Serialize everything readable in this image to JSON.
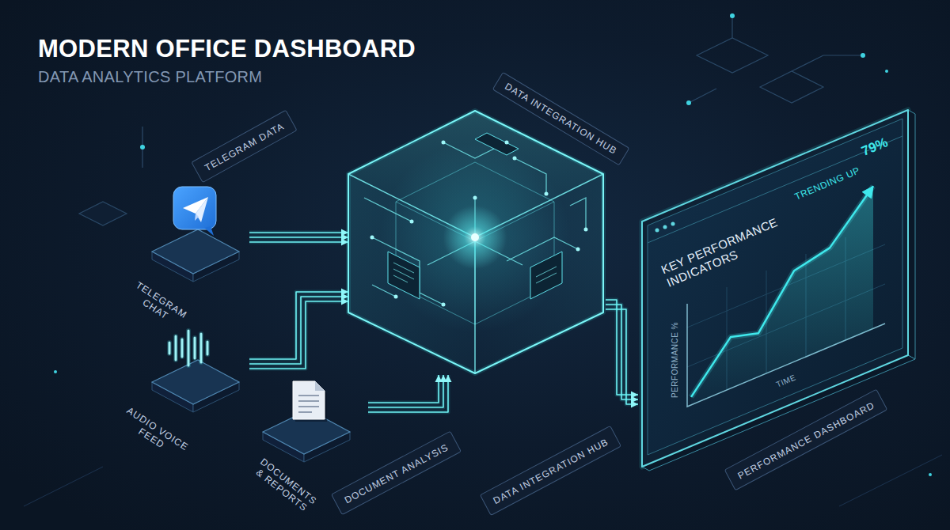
{
  "diagram": {
    "title": "MODERN OFFICE DASHBOARD",
    "nodes": [
      {
        "text": [
          "TELEGRAM DATA"
        ]
      },
      {
        "text": [
          "DATA INTEGRATION HUB"
        ]
      },
      {
        "text": [
          "TELEGRAM CHAT"
        ]
      },
      {
        "text": [
          "AUDIO VOICE FEED"
        ]
      },
      {
        "text": [
          "DOCUMENTS & REPORTS"
        ]
      },
      {
        "text": [
          "KEY PERFORMANCE INDICATORS",
          "79%",
          "TRENDING UP",
          "PERFORMANCE %",
          "TIME"
        ]
      },
      {
        "text": [
          "DOCUMENT ANALYSIS"
        ]
      },
      {
        "text": [
          "DATA INTEGRATION HUB"
        ]
      },
      {
        "text": [
          "PERFORMANCE DASHBOARD"
        ]
      }
    ],
    "edges": [
      {
        "from": 2,
        "to": 1,
        "arrow": "to"
      },
      {
        "from": 3,
        "to": 1,
        "arrow": "to"
      },
      {
        "from": 4,
        "to": 1,
        "arrow": "to"
      },
      {
        "from": 1,
        "to": 5,
        "arrow": "to"
      }
    ],
    "labels": [
      "DATA ANALYTICS PLATFORM"
    ]
  }
}
